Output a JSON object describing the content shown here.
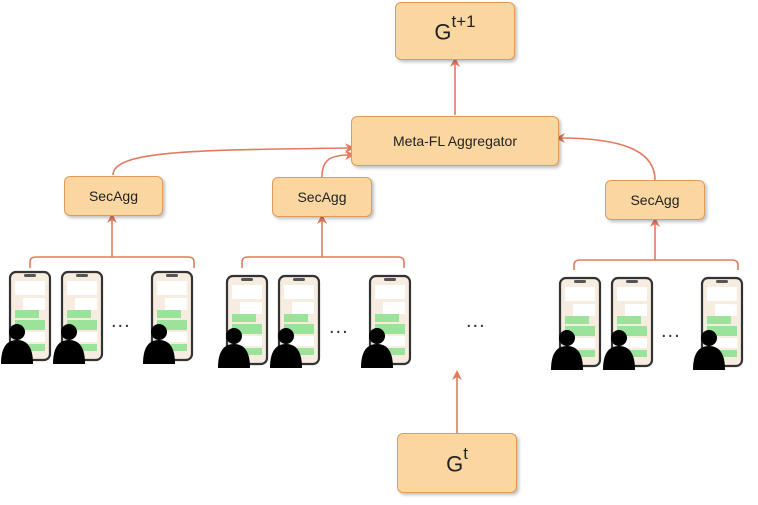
{
  "top_model": {
    "base": "G",
    "sup": "t+1"
  },
  "aggregator": {
    "label": "Meta-FL Aggregator"
  },
  "secagg_groups": [
    {
      "label": "SecAgg",
      "ellipsis": "..."
    },
    {
      "label": "SecAgg",
      "ellipsis": "..."
    },
    {
      "label": "SecAgg",
      "ellipsis": "..."
    }
  ],
  "middle_ellipsis": "...",
  "bottom_model": {
    "base": "G",
    "sup": "t"
  },
  "colors": {
    "box_fill": "#fad7a0",
    "box_border": "#e29a5a",
    "arrow": "#e07b5f",
    "phone_bubble": "#9be29b"
  }
}
